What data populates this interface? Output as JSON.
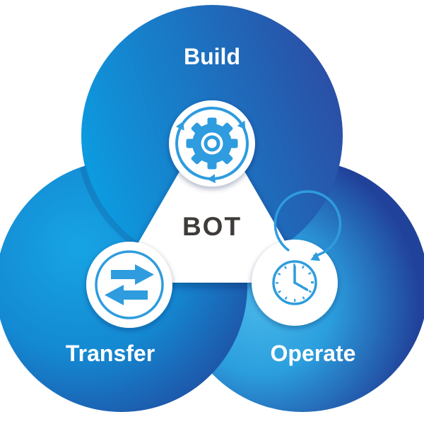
{
  "diagram": {
    "center_label": "BOT",
    "nodes": [
      {
        "id": "build",
        "label": "Build",
        "icon": "gear-sync-icon"
      },
      {
        "id": "transfer",
        "label": "Transfer",
        "icon": "swap-arrows-icon"
      },
      {
        "id": "operate",
        "label": "Operate",
        "icon": "clock-history-icon"
      }
    ],
    "colors": {
      "top_circle_light": "#0C9CE0",
      "top_circle_dark": "#2A4FA6",
      "left_circle_light": "#16A4E5",
      "left_circle_mid": "#1489D2",
      "left_circle_dark": "#21469C",
      "right_circle_light": "#47B6E9",
      "right_circle_mid": "#2B9FDE",
      "right_circle_dark": "#21429A",
      "icon_blue": "#2E9CDE",
      "center_text": "#3E3B38",
      "label_text": "#FFFFFF",
      "panel_white": "#FFFFFF"
    }
  }
}
